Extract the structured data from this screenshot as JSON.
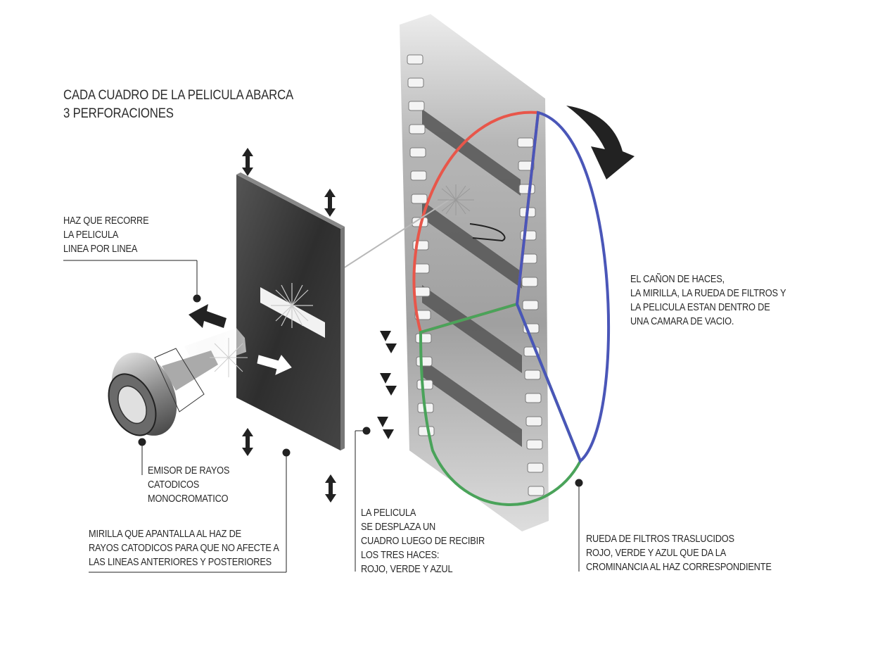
{
  "title": {
    "lines": [
      "CADA CUADRO DE LA PELICULA ABARCA",
      "3 PERFORACIONES"
    ]
  },
  "labels": {
    "beam": [
      "HAZ QUE RECORRE",
      "LA PELICULA",
      "LINEA POR LINEA"
    ],
    "emitter": [
      "EMISOR DE RAYOS",
      "CATODICOS",
      "MONOCROMATICO"
    ],
    "mask": [
      "MIRILLA QUE APANTALLA AL HAZ DE",
      "RAYOS CATODICOS PARA QUE NO AFECTE A",
      "LAS LINEAS ANTERIORES Y POSTERIORES"
    ],
    "film": [
      "LA PELICULA",
      "SE DESPLAZA UN",
      "CUADRO LUEGO DE RECIBIR",
      "LOS TRES HACES:",
      "ROJO, VERDE Y AZUL"
    ],
    "chamber": [
      "EL CAÑON DE HACES,",
      "LA MIRILLA, LA RUEDA DE FILTROS Y",
      "LA PELICULA ESTAN DENTRO DE",
      "UNA CAMARA DE VACIO."
    ],
    "wheel": [
      "RUEDA DE FILTROS TRASLUCIDOS",
      "ROJO, VERDE Y AZUL QUE DA LA",
      "CROMINANCIA AL HAZ CORRESPONDIENTE"
    ]
  },
  "colors": {
    "red_filter": "#e8564a",
    "green_filter": "#4aa35a",
    "blue_filter": "#4a56b8",
    "ink": "#2a2a2a",
    "plate_dark": "#3a3a3a",
    "film_gray": "#9a9a9a"
  }
}
